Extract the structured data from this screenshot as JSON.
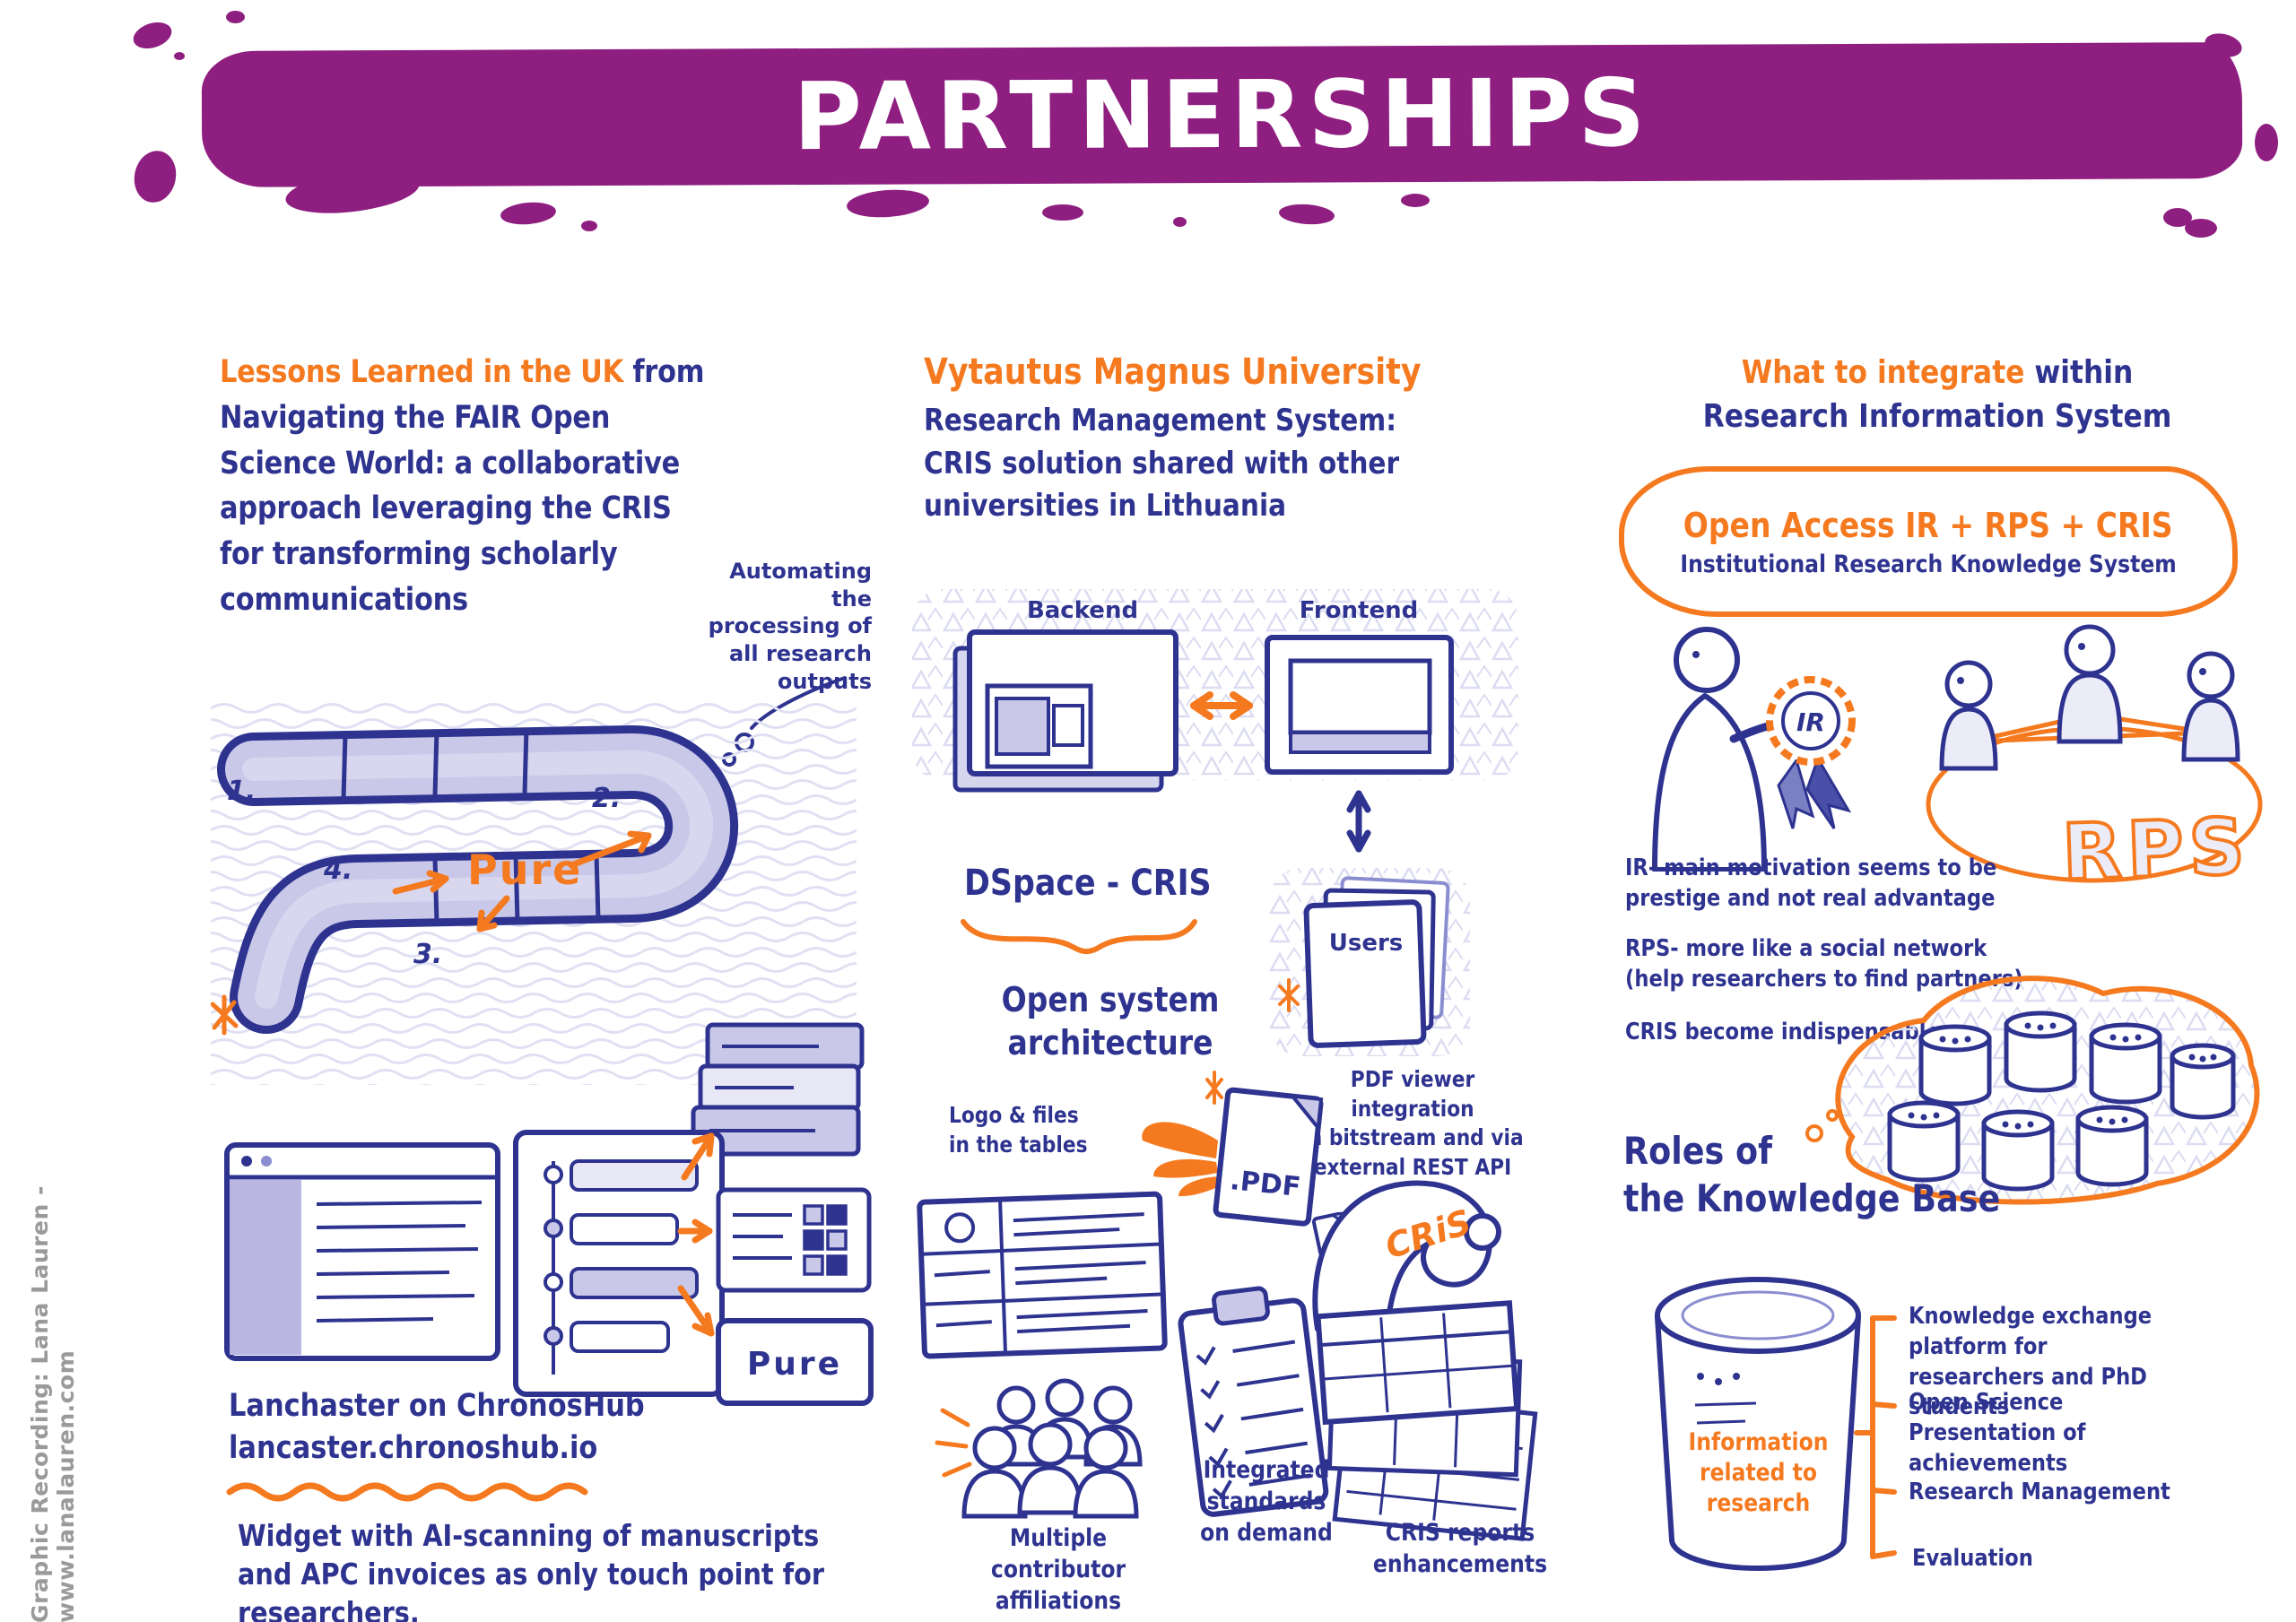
{
  "credit": "Graphic Recording: Lana Lauren - www.lanalauren.com",
  "header": {
    "title": "PARTNERSHIPS"
  },
  "colors": {
    "banner_purple": "#8e1f80",
    "ink_blue": "#2e3390",
    "accent_orange": "#f5791f",
    "fill_lavender": "#c9c8e8"
  },
  "col1": {
    "title_orange": "Lessons Learned in the UK",
    "title_blue": "from Navigating the FAIR Open Science World: a collaborative approach leveraging the CRIS for transforming scholarly communications",
    "note_automating": "Automating the\nprocessing of\nall research\noutputs",
    "road_marker_1": "1.",
    "road_marker_2": "2.",
    "road_marker_3": "3.",
    "road_marker_4": "4.",
    "pure_road_label": "Pure",
    "pure_box_label": "Pure",
    "chronoshub": "Lanchaster on ChronosHub\nlancaster.chronoshub.io",
    "widget_note": "Widget with AI-scanning of manuscripts\nand APC invoices as only touch point for\nresearchers."
  },
  "col2": {
    "title_orange": "Vytautus Magnus University",
    "title_blue": "Research Management System:\nCRIS solution shared with other\nuniversities in Lithuania",
    "backend_label": "Backend",
    "frontend_label": "Frontend",
    "dspace_cris": "DSpace - CRIS",
    "open_system": "Open system\narchitecture",
    "users_label": "Users",
    "logo_files": "Logo & files\nin the tables",
    "pdf_viewer_note": "PDF viewer integration\nin bitstream and via\nexternal REST API",
    "pdf_label": ".PDF",
    "cris_arm_label": "CRiS",
    "contributors_note": "Multiple contributor\naffiliations",
    "standards_note": "Integrated\nstandards\non demand",
    "reports_note": "CRIS reports\nenhancements"
  },
  "col3": {
    "title_orange": "What to integrate",
    "title_blue": "within Research Information System",
    "cloud_title": "Open Access IR + RPS + CRIS",
    "cloud_subtitle": "Institutional Research Knowledge System",
    "ir_badge_label": "IR",
    "rps_label": "RPS",
    "ir_note": "IR- main motivation seems to be\nprestige and not real advantage",
    "rps_note": "RPS- more like a social network\n(help researchers to find partners)",
    "cris_note": "CRIS become indispensable",
    "roles_title": "Roles of\nthe Knowledge Base",
    "kb_label": "Information\nrelated to\nresearch",
    "roles": [
      "Knowledge exchange platform for\nresearchers and PhD students",
      "Open Science\nPresentation of achievements",
      "Research Management",
      "Evaluation"
    ]
  }
}
